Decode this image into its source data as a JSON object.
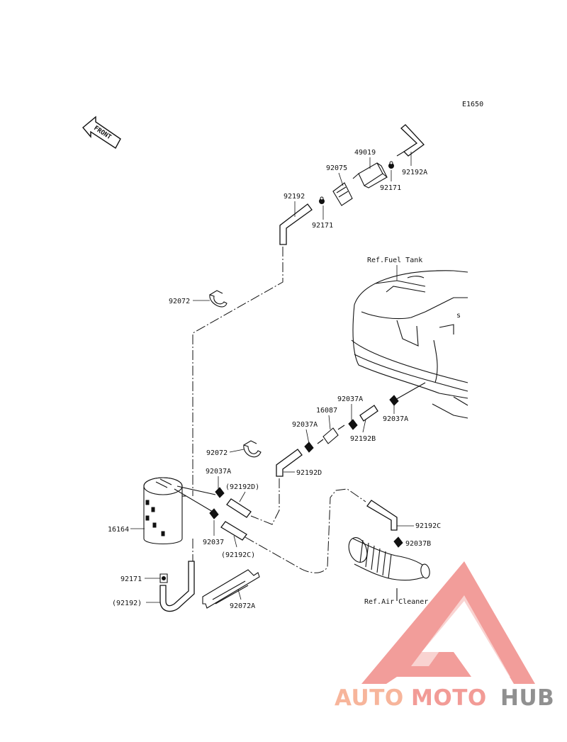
{
  "diagram_code": "E1650",
  "front_label": "FRONT",
  "labels": {
    "p49019": "49019",
    "p92075": "92075",
    "p92192A": "92192A",
    "p92171_top": "92171",
    "p92192": "92192",
    "p92171_mid": "92171",
    "ref_fuel_tank": "Ref.Fuel Tank",
    "p92072_top": "92072",
    "p92037A_a": "92037A",
    "p16087": "16087",
    "p92037A_b": "92037A",
    "p92037A_c": "92037A",
    "p92192B": "92192B",
    "p92072_mid": "92072",
    "p92192D": "92192D",
    "p92037A_d": "92037A",
    "p92192D_paren": "(92192D)",
    "p16164": "16164",
    "p92037": "92037",
    "p92192C_paren": "(92192C)",
    "p92192C": "92192C",
    "p92037B": "92037B",
    "p92171_low": "92171",
    "p92192_paren": "(92192)",
    "p92072A": "92072A",
    "ref_air_cleaner": "Ref.Air Cleaner"
  },
  "watermark": {
    "auto": "AUTO",
    "moto": "MOTO",
    "hub": "HUB",
    "colors": {
      "auto": "#f6a98a",
      "moto": "#f08a84",
      "hub": "#7d7d7d",
      "triangle": "#ee7f7b"
    }
  }
}
